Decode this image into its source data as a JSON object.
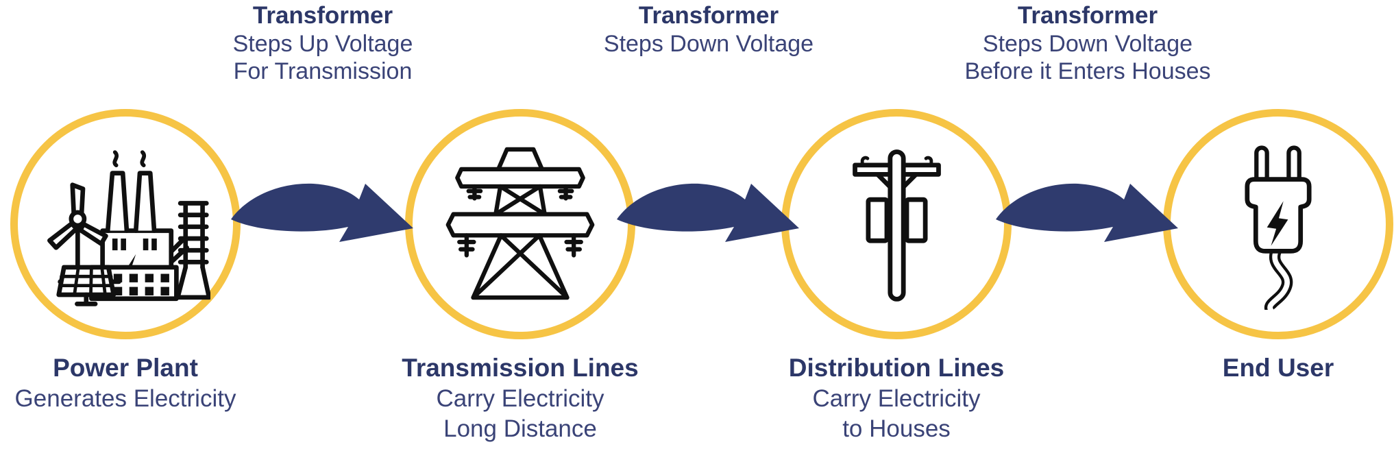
{
  "colors": {
    "background": "#FFFFFF",
    "ring": "#F6C445",
    "navy_bold": "#2C3768",
    "navy_text": "#3A4377",
    "arrow": "#2F3B6E",
    "icon": "#101010"
  },
  "flow": {
    "stages": [
      {
        "title": "Power Plant",
        "subtitle_lines": [
          "Generates Electricity"
        ],
        "icon": "power-plant-icon"
      },
      {
        "title": "Transmission Lines",
        "subtitle_lines": [
          "Carry Electricity",
          "Long Distance"
        ],
        "icon": "transmission-tower-icon"
      },
      {
        "title": "Distribution Lines",
        "subtitle_lines": [
          "Carry Electricity",
          "to Houses"
        ],
        "icon": "utility-pole-icon"
      },
      {
        "title": "End User",
        "subtitle_lines": [],
        "icon": "power-plug-icon"
      }
    ],
    "connectors": [
      {
        "title": "Transformer",
        "subtitle_lines": [
          "Steps Up Voltage",
          "For Transmission"
        ],
        "icon": "flow-arrow-icon"
      },
      {
        "title": "Transformer",
        "subtitle_lines": [
          "Steps Down Voltage"
        ],
        "icon": "flow-arrow-icon"
      },
      {
        "title": "Transformer",
        "subtitle_lines": [
          "Steps Down Voltage",
          "Before it Enters Houses"
        ],
        "icon": "flow-arrow-icon"
      }
    ]
  }
}
